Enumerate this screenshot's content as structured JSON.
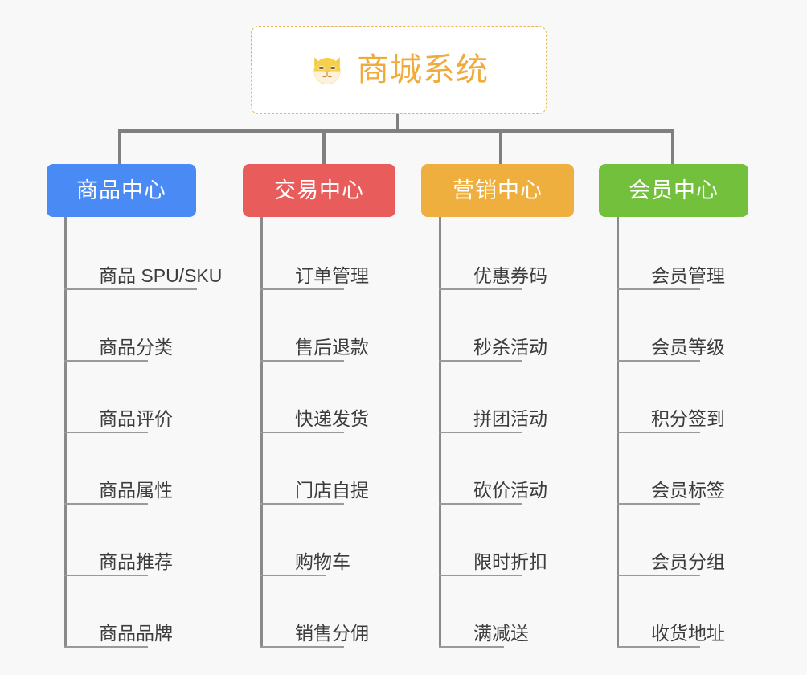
{
  "diagram": {
    "type": "mindmap",
    "background_color": "#f8f8f9",
    "root": {
      "title": "商城系统",
      "icon": "shiba-dog-face-emoji",
      "text_color": "#f0ab3d",
      "border_color": "#eab455",
      "background_color": "#ffffff"
    },
    "connector_color": "#808080",
    "branches": [
      {
        "label": "商品中心",
        "color": "#4a8af4",
        "items": [
          "商品 SPU/SKU",
          "商品分类",
          "商品评价",
          "商品属性",
          "商品推荐",
          "商品品牌"
        ]
      },
      {
        "label": "交易中心",
        "color": "#e85c5c",
        "items": [
          "订单管理",
          "售后退款",
          "快递发货",
          "门店自提",
          "购物车",
          "销售分佣"
        ]
      },
      {
        "label": "营销中心",
        "color": "#eeaf3f",
        "items": [
          "优惠券码",
          "秒杀活动",
          "拼团活动",
          "砍价活动",
          "限时折扣",
          "满减送"
        ]
      },
      {
        "label": "会员中心",
        "color": "#72c03c",
        "items": [
          "会员管理",
          "会员等级",
          "积分签到",
          "会员标签",
          "会员分组",
          "收货地址"
        ]
      }
    ]
  },
  "layout": {
    "branch_left": [
      58,
      302,
      524,
      745
    ],
    "branch_width": [
      186,
      190,
      190,
      186
    ],
    "drop_left": [
      147,
      401,
      621,
      835
    ]
  }
}
